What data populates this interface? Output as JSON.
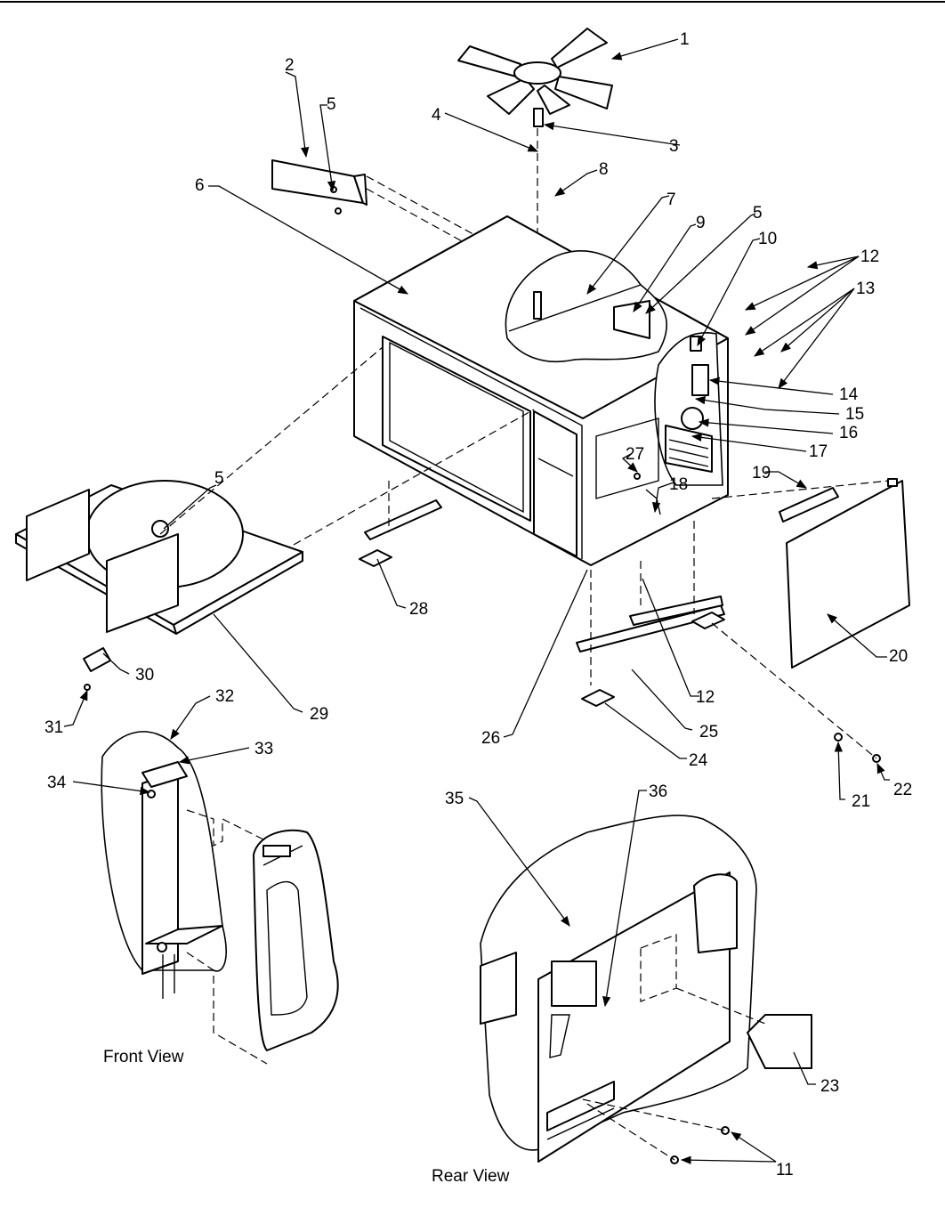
{
  "diagram": {
    "callouts": [
      "1",
      "2",
      "3",
      "4",
      "5",
      "5",
      "5",
      "6",
      "7",
      "8",
      "9",
      "10",
      "11",
      "12",
      "12",
      "13",
      "14",
      "15",
      "16",
      "17",
      "18",
      "19",
      "20",
      "21",
      "22",
      "23",
      "24",
      "25",
      "26",
      "27",
      "28",
      "29",
      "30",
      "31",
      "32",
      "33",
      "34",
      "35",
      "36"
    ],
    "view_labels": {
      "front": "Front View",
      "rear": "Rear View"
    }
  }
}
